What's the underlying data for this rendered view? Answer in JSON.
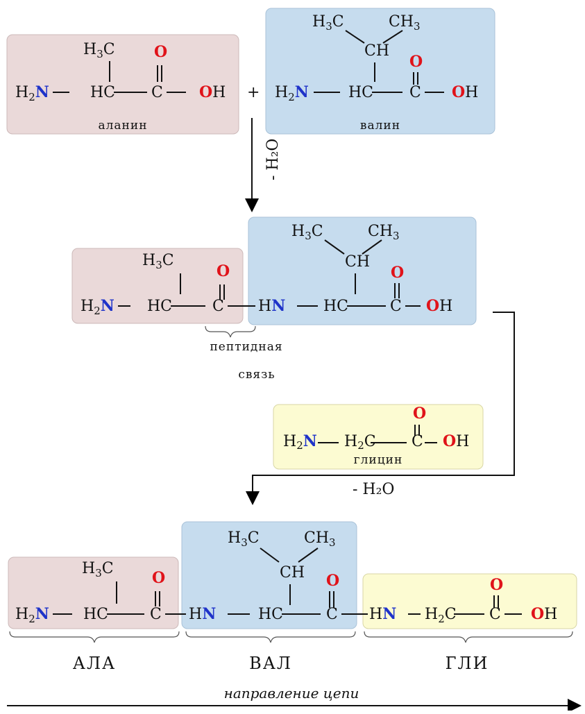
{
  "step1": {
    "alanine_name": "аланин",
    "valine_name": "валин",
    "plus": "+",
    "water_loss": "- H₂O"
  },
  "step2": {
    "bond_label_line1": "пептидная",
    "bond_label_line2": "связь"
  },
  "glycine": {
    "name": "глицин",
    "water_loss": "- H₂O"
  },
  "tripeptide": {
    "residue_1": "АЛА",
    "residue_2": "ВАЛ",
    "residue_3": "ГЛИ",
    "direction": "направление цепи"
  },
  "colors": {
    "alanine_box": "#ead9d9",
    "valine_box": "#c6dcee",
    "glycine_box": "#fcfbd2",
    "nitrogen": "#1f33c9",
    "oxygen": "#e0131a"
  }
}
